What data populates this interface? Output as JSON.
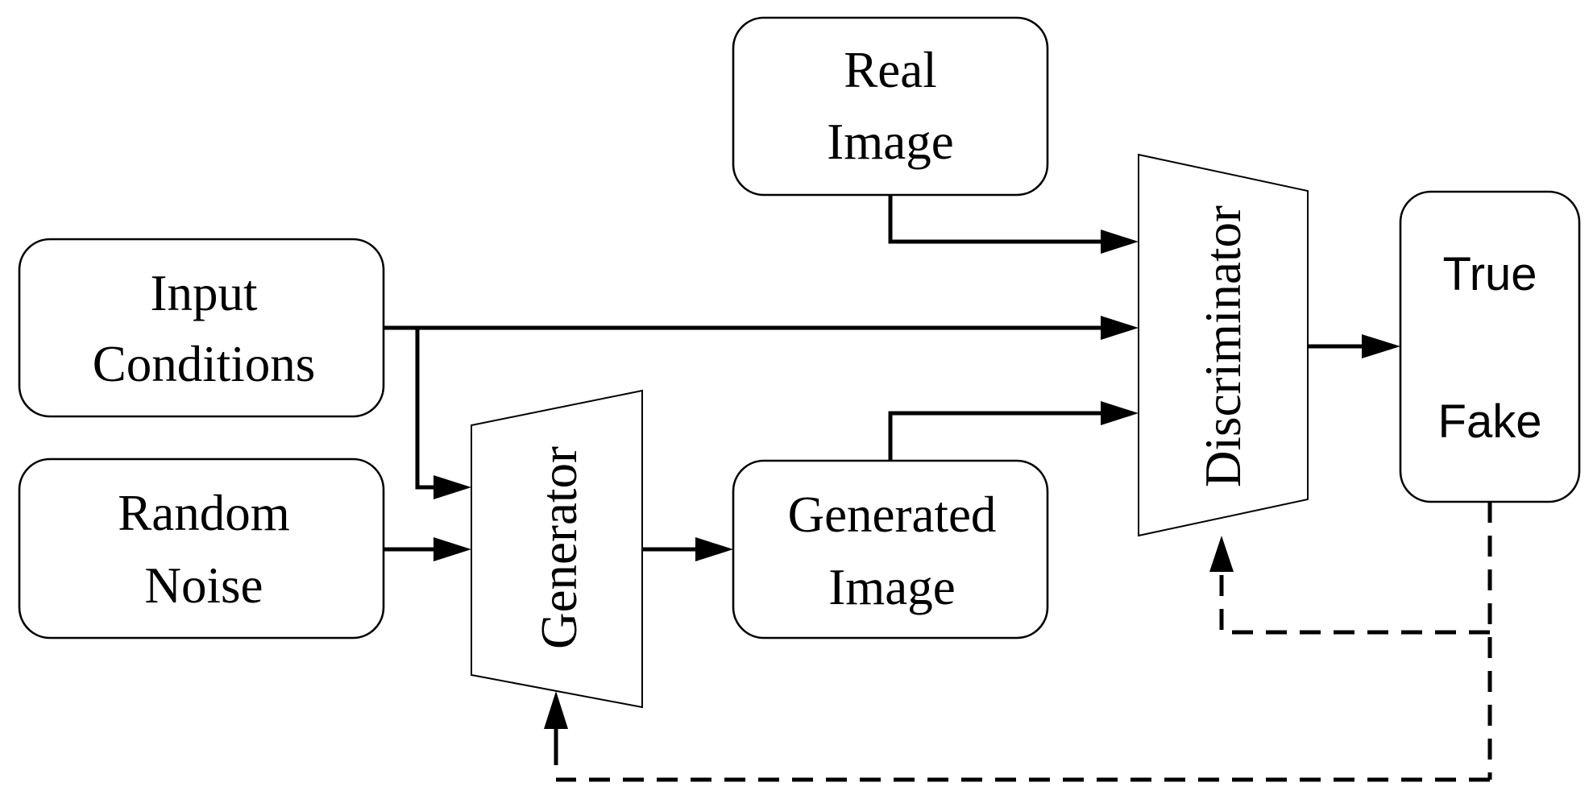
{
  "blocks": {
    "real_image": {
      "line1": "Real",
      "line2": "Image"
    },
    "input_conditions": {
      "line1": "Input",
      "line2": "Conditions"
    },
    "random_noise": {
      "line1": "Random",
      "line2": "Noise"
    },
    "generated_image": {
      "line1": "Generated",
      "line2": "Image"
    },
    "generator": {
      "label": "Generator"
    },
    "discriminator": {
      "label": "Discriminator"
    },
    "output": {
      "true_label": "True",
      "fake_label": "Fake"
    }
  },
  "colors": {
    "stroke": "#000000",
    "background": "#ffffff"
  }
}
